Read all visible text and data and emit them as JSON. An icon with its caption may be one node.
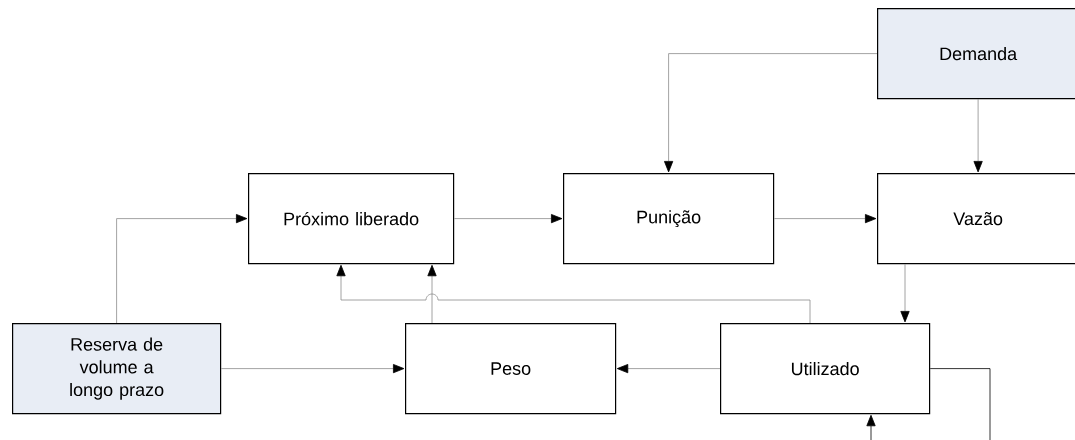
{
  "diagram": {
    "nodes": [
      {
        "text": [
          "Demanda"
        ]
      },
      {
        "text": [
          "Próximo liberado"
        ]
      },
      {
        "text": [
          "Punição"
        ]
      },
      {
        "text": [
          "Vazão"
        ]
      },
      {
        "text": [
          "Reserva de volume a longo prazo"
        ]
      },
      {
        "text": [
          "Peso"
        ]
      },
      {
        "text": [
          "Utilizado"
        ]
      }
    ],
    "edges": [
      {
        "from": 4,
        "to": 1,
        "arrow": "to"
      },
      {
        "from": 4,
        "to": 5,
        "arrow": "to"
      },
      {
        "from": 1,
        "to": 2,
        "arrow": "to"
      },
      {
        "from": 2,
        "to": 3,
        "arrow": "to"
      },
      {
        "from": 0,
        "to": 2,
        "arrow": "to"
      },
      {
        "from": 0,
        "to": 3,
        "arrow": "to"
      },
      {
        "from": 3,
        "to": 6,
        "arrow": "to"
      },
      {
        "from": 6,
        "to": 5,
        "arrow": "to"
      },
      {
        "from": 6,
        "to": 1,
        "arrow": "to"
      },
      {
        "from": 5,
        "to": 1,
        "arrow": "to"
      },
      {
        "from": 6,
        "to": null,
        "arrow": "none",
        "color": "#000000"
      },
      {
        "from": null,
        "to": 6,
        "arrow": "to",
        "color": "#000000"
      }
    ]
  }
}
